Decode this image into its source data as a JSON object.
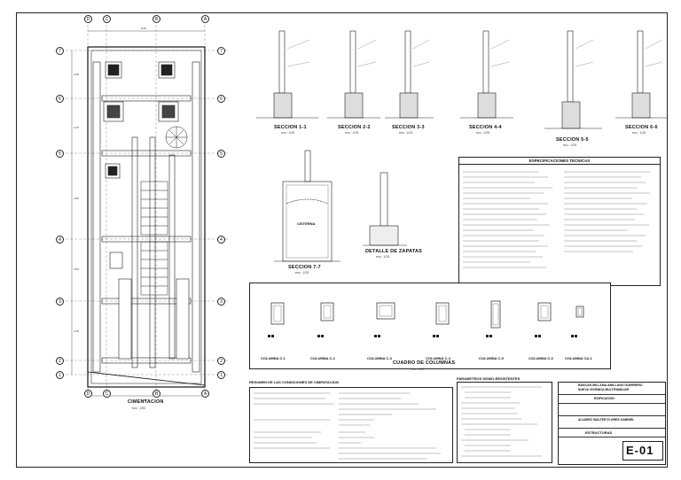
{
  "plan": {
    "title": "CIMENTACION",
    "scale": "esc.: 1/50",
    "axes_top": [
      "D",
      "C",
      "B",
      "A"
    ],
    "axes_rows": [
      "7",
      "6",
      "5",
      "4",
      "3",
      "2",
      "1"
    ]
  },
  "sections": [
    {
      "title": "SECCION 1-1",
      "scale": "esc.: 1/25"
    },
    {
      "title": "SECCION 2-2",
      "scale": "esc.: 1/25"
    },
    {
      "title": "SECCION 3-3",
      "scale": "esc.: 1/25"
    },
    {
      "title": "SECCION 4-4",
      "scale": "esc.: 1/25"
    },
    {
      "title": "SECCION 5-5",
      "scale": "esc.: 1/25"
    },
    {
      "title": "SECCION 6-6",
      "scale": "esc.: 1/25"
    },
    {
      "title": "SECCION 7-7",
      "scale": "esc.: 1/25"
    },
    {
      "title": "DETALLE DE ZAPATAS",
      "scale": "esc.: 1/25"
    }
  ],
  "cisterna_label": "CISTERNA",
  "specs": {
    "title": "ESPECIFICACIONES TECNICAS"
  },
  "columns": {
    "title": "CUADRO DE COLUMNAS",
    "scale": "esc.: 1/25",
    "items": [
      "COLUMNA C-1",
      "COLUMNA C-2",
      "COLUMNA C-3",
      "COLUMNA C-4",
      "COLUMNA C-5",
      "COLUMNA C-6",
      "COLUMNA CA-1"
    ]
  },
  "summary": {
    "title": "RESUMEN DE LAS CONDICIONES DE CIMENTACION"
  },
  "seismic": {
    "title": "PARAMETROS SISMO-RESISTENTES"
  },
  "titleblock": {
    "owner": "BANCAN MILLAMA AMILLANO GUERRERO",
    "project": "NUEVA VIVIENDA MULTIFAMILIAR",
    "type": "EDIFICACION",
    "engineer": "ALVAREZ WALTER FLORES GABRIEL",
    "specialty": "ESTRUCTURAS",
    "sheet_code": "E-01"
  }
}
